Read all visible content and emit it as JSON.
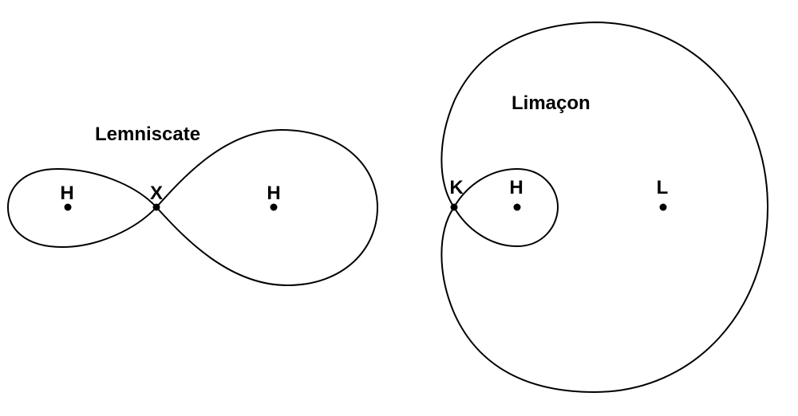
{
  "lemniscate": {
    "title": "Lemniscate",
    "labels": {
      "left_focus": "H",
      "crossing": "X",
      "right_focus": "H"
    }
  },
  "limacon": {
    "title": "Limaçon",
    "labels": {
      "node": "K",
      "inner_focus": "H",
      "outer_focus": "L"
    }
  },
  "colors": {
    "stroke": "#000000",
    "background": "#ffffff"
  }
}
